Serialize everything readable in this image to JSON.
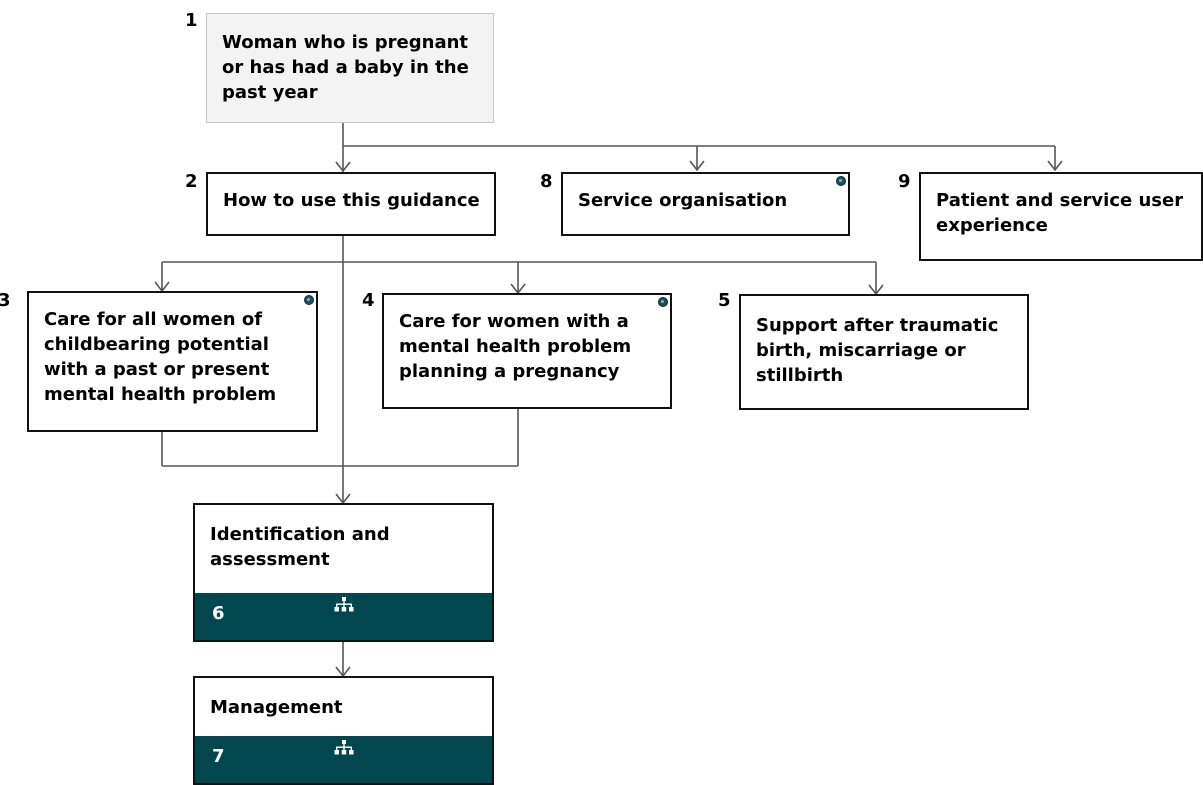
{
  "diagram": {
    "nodes": {
      "n1": {
        "number": "1",
        "label": "Woman who is pregnant or has had a baby in the past year"
      },
      "n2": {
        "number": "2",
        "label": "How to use this guidance"
      },
      "n3": {
        "number": "3",
        "label": "Care for all women of childbearing potential with a past or present mental health problem"
      },
      "n4": {
        "number": "4",
        "label": "Care for women with a mental health problem planning a pregnancy"
      },
      "n5": {
        "number": "5",
        "label": "Support after traumatic birth, miscarriage or stillbirth"
      },
      "n6": {
        "number": "6",
        "label": "Identification and assessment"
      },
      "n7": {
        "number": "7",
        "label": "Management"
      },
      "n8": {
        "number": "8",
        "label": "Service organisation"
      },
      "n9": {
        "number": "9",
        "label": "Patient and service user experience"
      }
    },
    "colors": {
      "band": "#02474f",
      "line": "#555555",
      "grey_box": "#f3f3f3"
    },
    "icons": {
      "info": "info-dot-icon",
      "subpathway": "hierarchy-icon"
    }
  }
}
